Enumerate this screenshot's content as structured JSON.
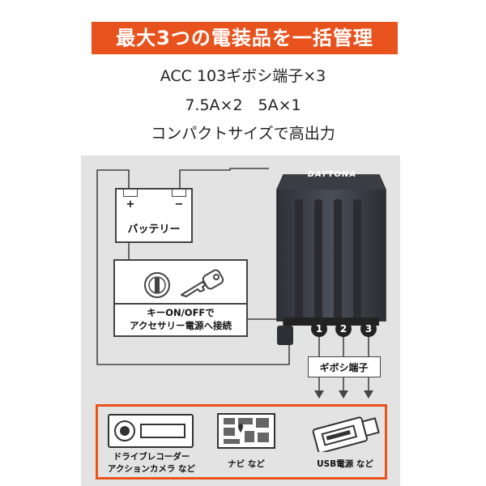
{
  "banner": {
    "title": "最大3つの電装品を一括管理"
  },
  "specs": {
    "line1": "ACC 103ギボシ端子×3",
    "line2": "7.5A×2　5A×1",
    "line3": "コンパクトサイズで高出力"
  },
  "diagram": {
    "battery_label": "バッテリー",
    "battery_plus": "+",
    "battery_minus": "−",
    "key_label_line1": "キーON/OFFで",
    "key_label_line2": "アクセサリー電源へ接続",
    "device_brand": "DAYTONA",
    "port_numbers": [
      "1",
      "2",
      "3"
    ],
    "terminal_label": "ギボシ端子"
  },
  "devices": {
    "item1_line1": "ドライブレコーダー",
    "item1_line2": "アクションカメラ など",
    "item2": "ナビ など",
    "item3": "USB電源 など"
  },
  "colors": {
    "accent": "#e8521d",
    "panel": "#e3e3e3",
    "device": "#3e4149"
  }
}
